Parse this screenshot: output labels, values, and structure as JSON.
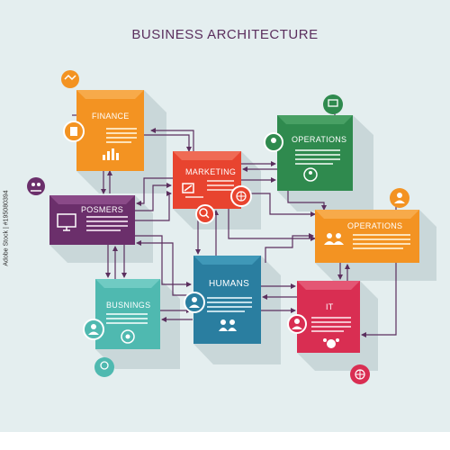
{
  "title": "BUSINESS ARCHITECTURE",
  "watermark": "Adobe Stock | #195080394",
  "nodes": {
    "finance": {
      "label": "FINANCE",
      "color": "#f39322"
    },
    "marketing": {
      "label": "MARKETING",
      "color": "#e8442f"
    },
    "operations_top": {
      "label": "OPERATIONS",
      "color": "#2f8a4e"
    },
    "posmers": {
      "label": "POSMERS",
      "color": "#6b2f6b"
    },
    "operations_right": {
      "label": "OPERATIONS",
      "color": "#f39322"
    },
    "humans": {
      "label": "HUMANS",
      "color": "#2a7ea0"
    },
    "busnings": {
      "label": "BUSNINGS",
      "color": "#4fb9b0"
    },
    "it": {
      "label": "IT",
      "color": "#d92e52"
    }
  },
  "connector_color": "#5b2f5e",
  "icons": [
    "handshake-icon",
    "document-icon",
    "bar-chart-icon",
    "tools-icon",
    "magnifier-icon",
    "globe-icon",
    "presentation-icon",
    "user-icon",
    "monitor-icon",
    "users-icon",
    "person-icon",
    "group-icon",
    "network-icon",
    "worker-icon",
    "teamwork-icon",
    "cycle-icon",
    "badge-icon"
  ]
}
